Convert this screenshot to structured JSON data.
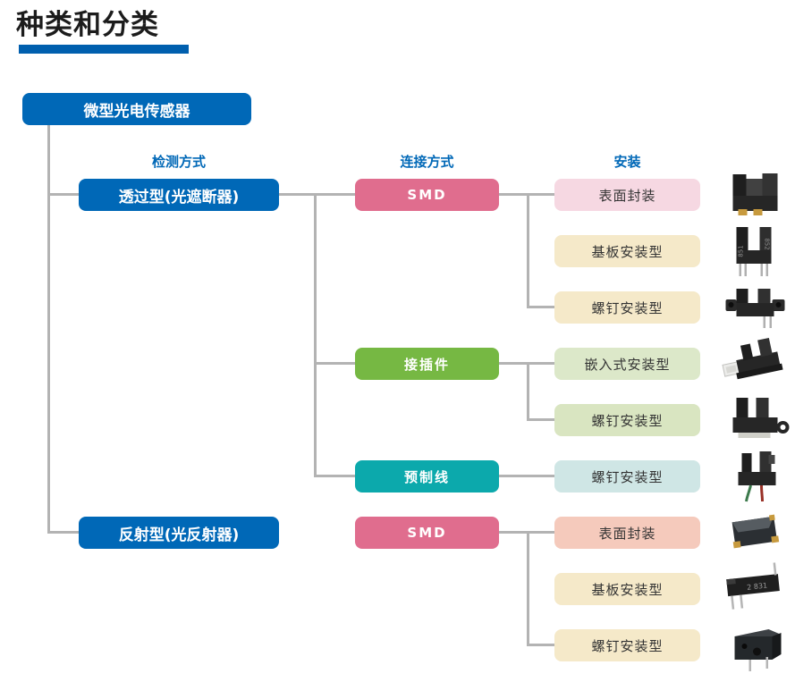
{
  "title": {
    "text": "种类和分类"
  },
  "colors": {
    "accent_blue": "#0068b7",
    "title_bar_blue": "#005fae",
    "title_text": "#1c1c1c",
    "node_pink": "#e06d8e",
    "node_green": "#76b843",
    "node_teal": "#0ca9ac",
    "mount_light_pink": "#f6d8e2",
    "mount_cream": "#f5e9c9",
    "mount_light_green": "#dce8c9",
    "mount_light_green2": "#d9e5c1",
    "mount_light_teal": "#cfe6e5",
    "mount_salmon": "#f5cabc",
    "connector_gray": "#b3b3b3",
    "mount_text": "#333333"
  },
  "headers": {
    "detection": "检测方式",
    "connection": "连接方式",
    "mounting": "安装"
  },
  "root": {
    "label": "微型光电传感器"
  },
  "detection_types": [
    {
      "label": "透过型(光遮断器)"
    },
    {
      "label": "反射型(光反射器)"
    }
  ],
  "connection_types": [
    {
      "label": "SMD"
    },
    {
      "label": "接插件"
    },
    {
      "label": "预制线"
    },
    {
      "label": "SMD"
    }
  ],
  "mounting_types": [
    {
      "label": "表面封装",
      "photo": "smd-slot-sensor-photo"
    },
    {
      "label": "基板安装型",
      "photo": "pcb-slot-sensor-photo"
    },
    {
      "label": "螺钉安装型",
      "photo": "screw-slot-sensor-photo"
    },
    {
      "label": "嵌入式安装型",
      "photo": "connector-slot-sensor-photo"
    },
    {
      "label": "螺钉安装型",
      "photo": "ring-slot-sensor-photo"
    },
    {
      "label": "螺钉安装型",
      "photo": "wired-slot-sensor-photo"
    },
    {
      "label": "表面封装",
      "photo": "smd-reflective-sensor-photo"
    },
    {
      "label": "基板安装型",
      "photo": "pcb-reflective-sensor-photo"
    },
    {
      "label": "螺钉安装型",
      "photo": "screw-reflective-sensor-photo"
    }
  ],
  "photo_markings": {
    "pcb_slot_left": "851",
    "pcb_slot_right": "852",
    "pcb_reflective": "2 831"
  }
}
